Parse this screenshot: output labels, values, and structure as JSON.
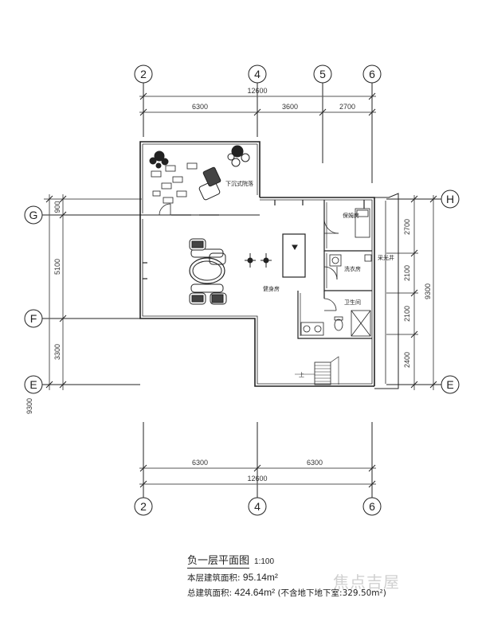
{
  "axes": {
    "top": [
      "2",
      "4",
      "5",
      "6"
    ],
    "bottom": [
      "2",
      "4",
      "6"
    ],
    "left": [
      "G",
      "F",
      "E"
    ],
    "right": [
      "H",
      "E"
    ]
  },
  "dimensions": {
    "top_total": "12600",
    "top_segments": [
      "6300",
      "3600",
      "2700"
    ],
    "bottom_total": "12600",
    "bottom_segments": [
      "6300",
      "6300"
    ],
    "left_segments": [
      "900",
      "5100",
      "3300"
    ],
    "left_total": "9300",
    "right_segments": [
      "2700",
      "2100",
      "2100",
      "2400"
    ],
    "right_total": "9300"
  },
  "rooms": {
    "sunken_yard": "下沉式院落",
    "storage": "保姆房",
    "laundry": "洗衣房",
    "skylight": "采光井",
    "gym": "健身房",
    "bathroom": "卫生间",
    "stair_up": "上"
  },
  "caption": {
    "title": "负一层平面图",
    "scale": "1:100",
    "floor_area_label": "本层建筑面积:",
    "floor_area_value": "95.14m²",
    "total_area_label": "总建筑面积:",
    "total_area_value": "424.64m²",
    "total_area_note": "(不含地下地下室:329.50m²)"
  },
  "watermark": "焦点吉屋",
  "colors": {
    "line": "#222222",
    "dim_line": "#555555",
    "watermark": "#aaaaaa"
  }
}
